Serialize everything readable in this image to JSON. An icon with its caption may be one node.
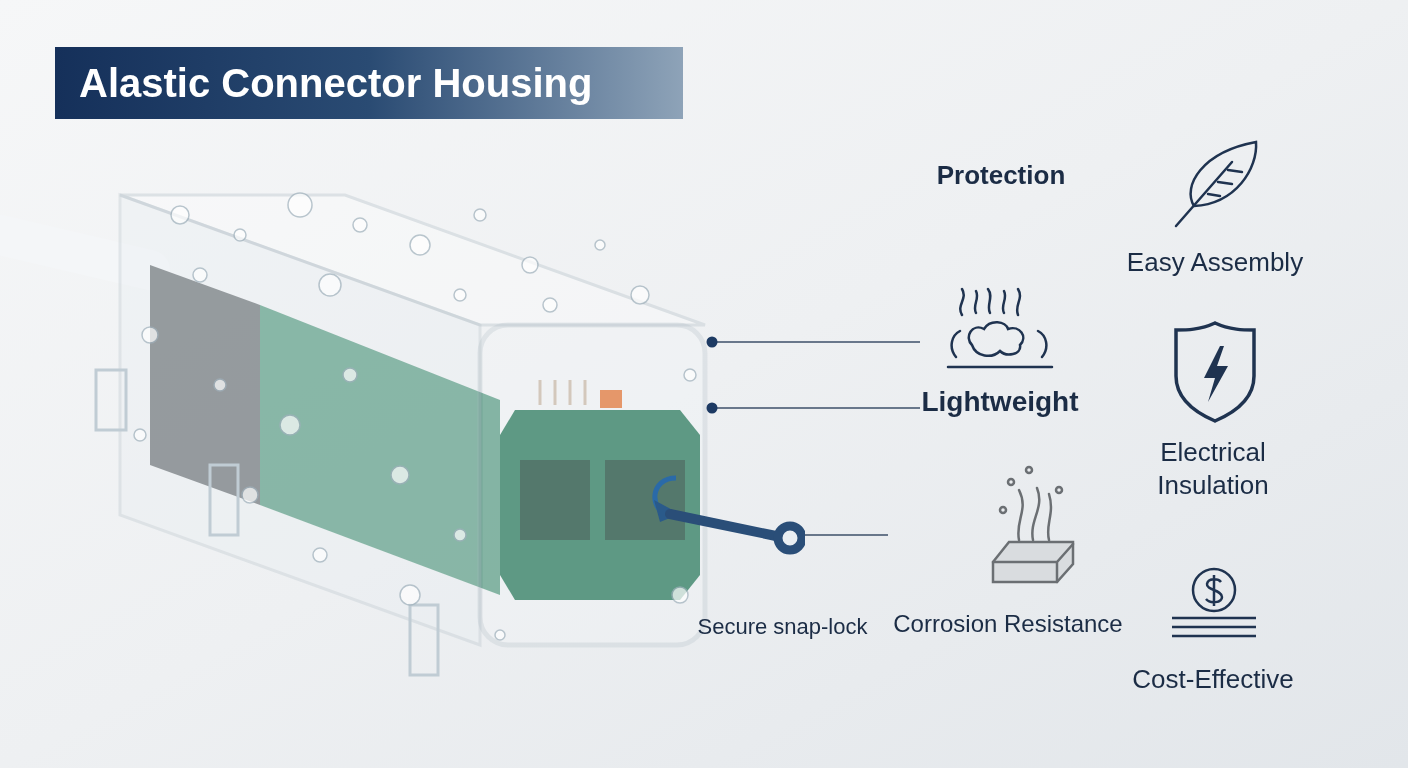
{
  "diagram": {
    "title": "Alastic Connector Housing",
    "nodes": [
      {
        "text": [],
        "shape": "picture"
      },
      {
        "text": [],
        "shape": "picture"
      },
      {
        "text": [
          "Lightweight"
        ]
      },
      {
        "text": [
          "Corrosion Resistance"
        ]
      }
    ],
    "edges": [
      {
        "from": 2,
        "to": 0,
        "arrow": "other"
      },
      {
        "from": 2,
        "to": 0,
        "arrow": "other"
      },
      {
        "from": 3,
        "to": 1,
        "arrow": "none"
      }
    ],
    "labels": [
      "Protection",
      "Easy Assembly",
      "Electrical Insulation",
      "Cost-Effective",
      "Secure snap-lock"
    ]
  }
}
